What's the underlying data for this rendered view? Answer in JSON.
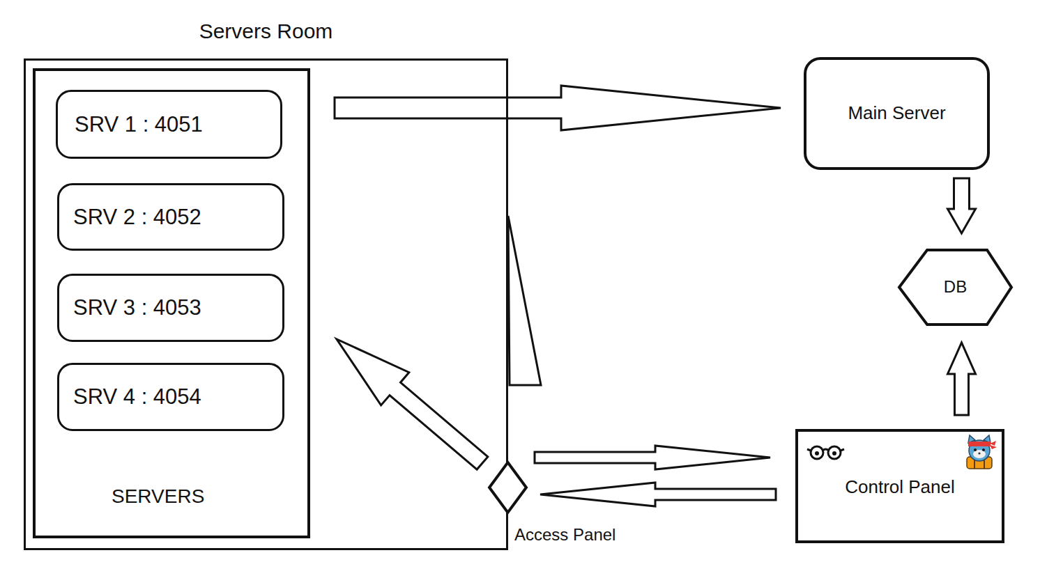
{
  "diagram": {
    "nodes": [
      {
        "text": [
          "Servers Room"
        ]
      },
      {
        "text": [
          "SERVERS"
        ],
        "in": 0
      },
      {
        "text": [
          "SRV 1 : 4051"
        ],
        "in": 1
      },
      {
        "text": [
          "SRV 2 : 4052"
        ],
        "in": 1
      },
      {
        "text": [
          "SRV 3 : 4053"
        ],
        "in": 1
      },
      {
        "text": [
          "SRV 4 : 4054"
        ],
        "in": 1
      },
      {
        "text": [
          "Main Server"
        ]
      },
      {
        "text": [
          "DB"
        ]
      },
      {
        "text": [
          "Control Panel"
        ]
      },
      {
        "text": [
          "Access Panel"
        ]
      }
    ],
    "edges": [
      {
        "from": 1,
        "to": 6,
        "arrow": "to"
      },
      {
        "from": 6,
        "to": 7,
        "arrow": "to"
      },
      {
        "from": 8,
        "to": 7,
        "arrow": "to"
      },
      {
        "from": 9,
        "to": 8,
        "arrow": "to"
      },
      {
        "from": 8,
        "to": 9,
        "arrow": "to"
      },
      {
        "from": 9,
        "to": 1,
        "arrow": "to"
      }
    ]
  }
}
